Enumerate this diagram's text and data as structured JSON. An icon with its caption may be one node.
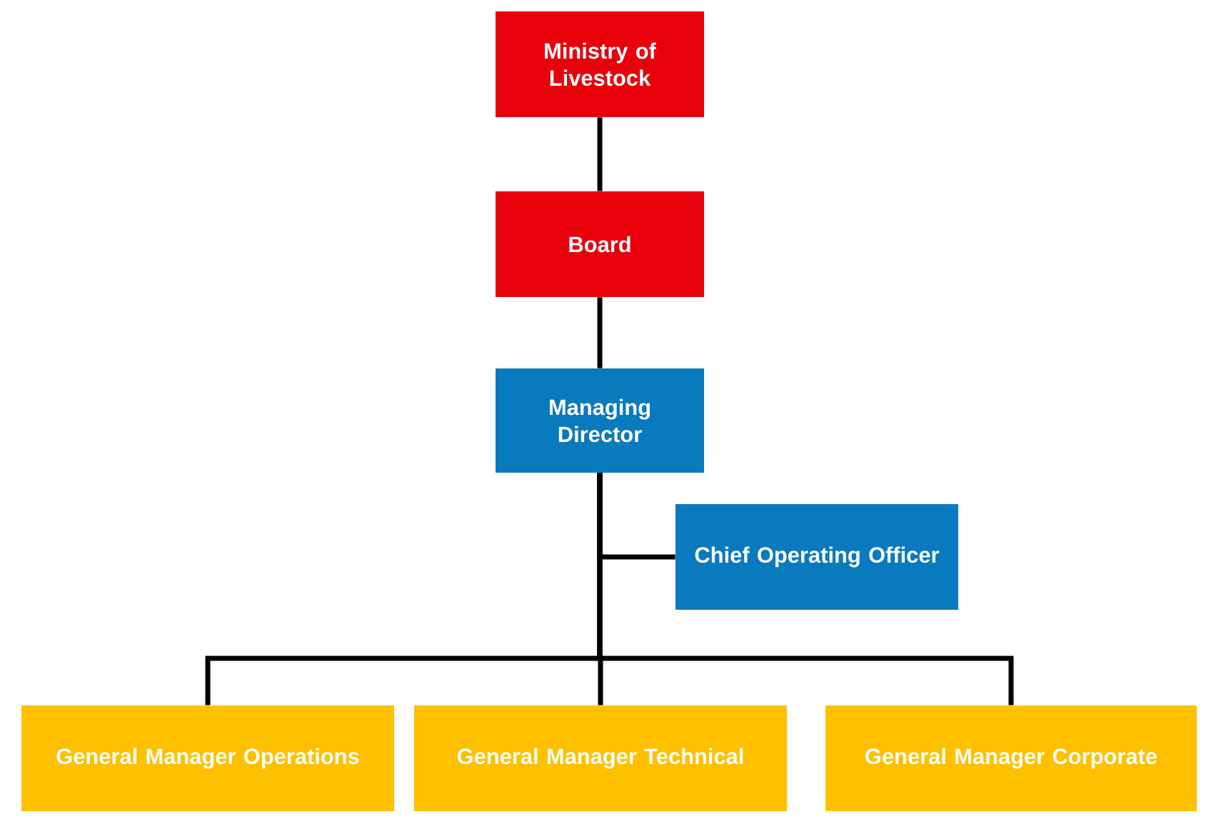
{
  "diagram": {
    "nodes": [
      {
        "text": [
          "Ministry of Livestock"
        ]
      },
      {
        "text": [
          "Board"
        ]
      },
      {
        "text": [
          "Managing Director"
        ]
      },
      {
        "text": [
          "Chief Operating Officer"
        ]
      },
      {
        "text": [
          "General Manager Operations"
        ]
      },
      {
        "text": [
          "General Manager Technical"
        ]
      },
      {
        "text": [
          "General Manager Corporate"
        ]
      }
    ],
    "edges": [
      {
        "from": 0,
        "to": 1,
        "arrow": "none"
      },
      {
        "from": 1,
        "to": 2,
        "arrow": "none"
      },
      {
        "from": 2,
        "to": 3,
        "arrow": "none"
      },
      {
        "from": 2,
        "to": 4,
        "arrow": "none"
      },
      {
        "from": 2,
        "to": 5,
        "arrow": "none"
      },
      {
        "from": 2,
        "to": 6,
        "arrow": "none"
      }
    ]
  }
}
